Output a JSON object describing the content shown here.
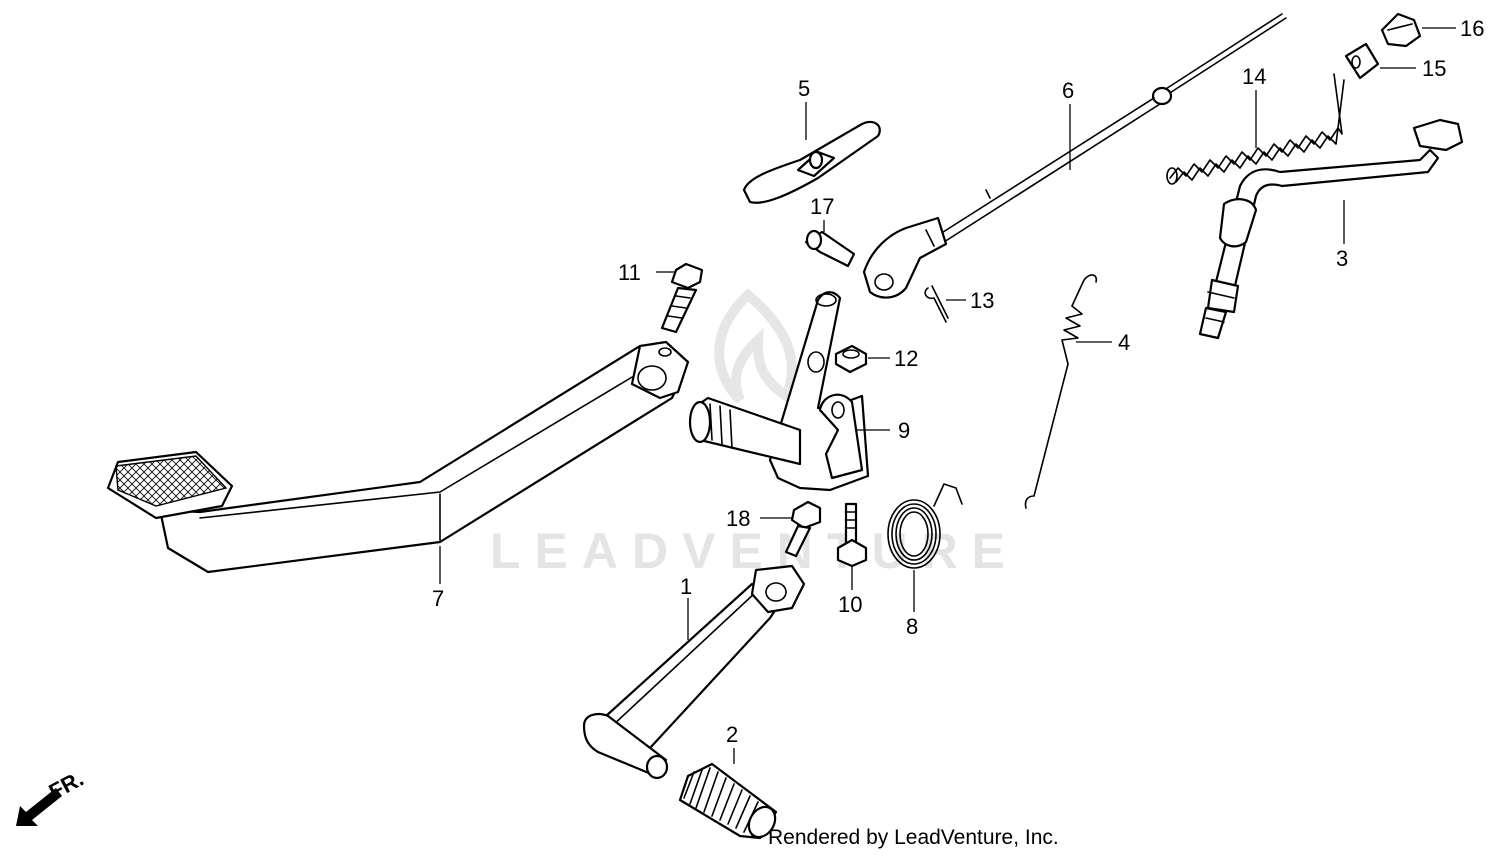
{
  "callouts": [
    {
      "id": "1",
      "label": "1"
    },
    {
      "id": "2",
      "label": "2"
    },
    {
      "id": "3",
      "label": "3"
    },
    {
      "id": "4",
      "label": "4"
    },
    {
      "id": "5",
      "label": "5"
    },
    {
      "id": "6",
      "label": "6"
    },
    {
      "id": "7",
      "label": "7"
    },
    {
      "id": "8",
      "label": "8"
    },
    {
      "id": "9",
      "label": "9"
    },
    {
      "id": "10",
      "label": "10"
    },
    {
      "id": "11",
      "label": "11"
    },
    {
      "id": "12",
      "label": "12"
    },
    {
      "id": "13",
      "label": "13"
    },
    {
      "id": "14",
      "label": "14"
    },
    {
      "id": "15",
      "label": "15"
    },
    {
      "id": "16",
      "label": "16"
    },
    {
      "id": "17",
      "label": "17"
    },
    {
      "id": "18",
      "label": "18"
    }
  ],
  "direction_indicator": {
    "label": "FR.",
    "icon": "front-arrow-icon"
  },
  "watermark": {
    "text": "LEADVENTURE",
    "icon": "flame-logo-icon"
  },
  "footer": {
    "text": "Rendered by LeadVenture, Inc."
  },
  "colors": {
    "line": "#000000",
    "background": "#ffffff",
    "watermark": "#e4e4e4"
  }
}
